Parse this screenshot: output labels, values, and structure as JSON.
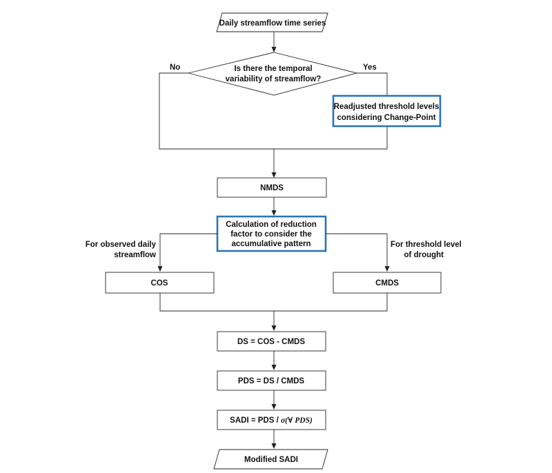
{
  "nodes": {
    "start": "Daily streamflow time series",
    "decision_line1": "Is there the temporal",
    "decision_line2": "variability of streamflow?",
    "decision_no": "No",
    "decision_yes": "Yes",
    "readjusted_line1": "Readjusted threshold levels",
    "readjusted_line2": "considering Change-Point",
    "nmds": "NMDS",
    "reduction_line1": "Calculation of reduction",
    "reduction_line2": "factor to consider the",
    "reduction_line3": "accumulative pattern",
    "left_label_line1": "For observed daily",
    "left_label_line2": "streamflow",
    "right_label_line1": "For threshold level",
    "right_label_line2": "of drought",
    "cos": "COS",
    "cmds": "CMDS",
    "ds": "DS = COS - CMDS",
    "pds": "PDS = DS / CMDS",
    "sadi_prefix": "SADI = PDS / ",
    "sadi_sigma": "σ(∀ PDS)",
    "end": "Modified SADI"
  },
  "colors": {
    "highlight_border": "#2a74b6",
    "line": "#222222"
  }
}
